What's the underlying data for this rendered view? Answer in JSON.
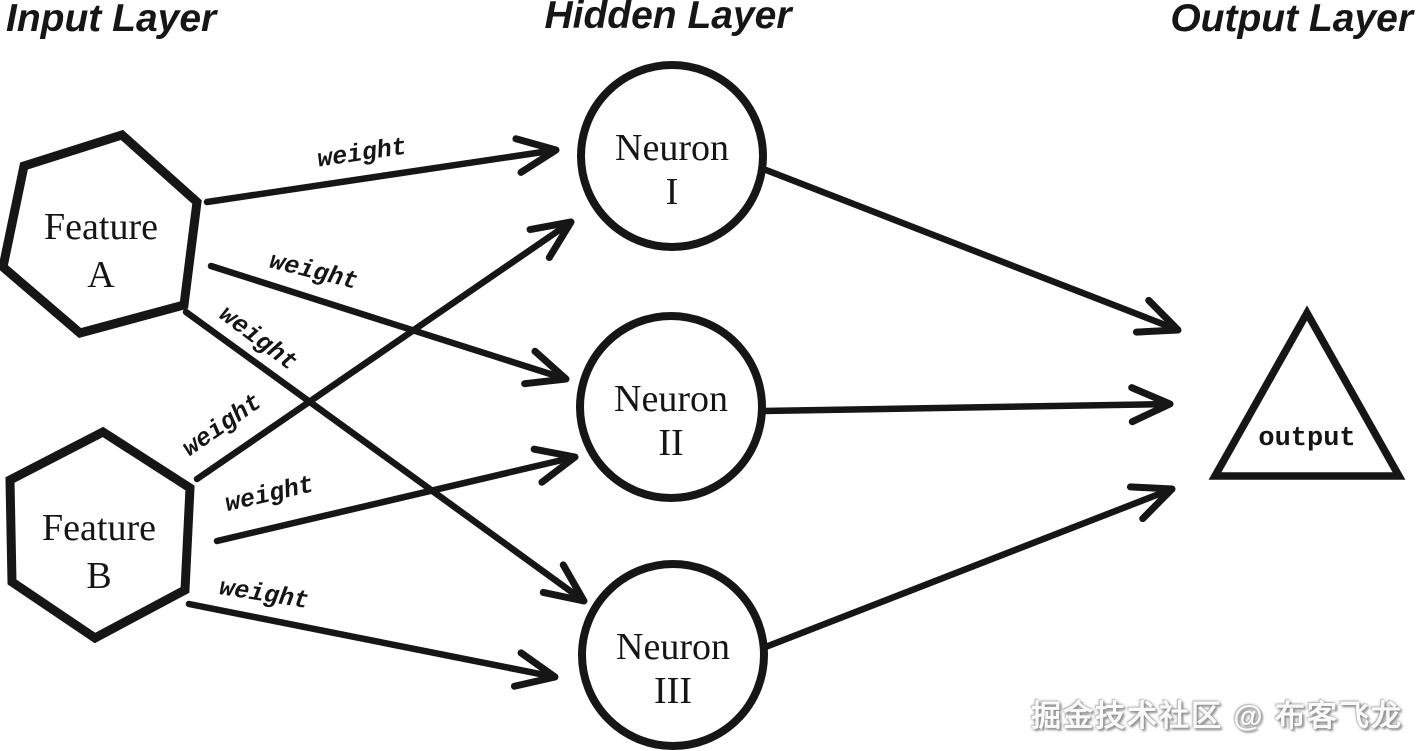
{
  "layer_titles": {
    "input": "Input Layer",
    "hidden": "Hidden Layer",
    "output": "Output Layer"
  },
  "nodes": {
    "feature_a": {
      "line1": "Feature",
      "line2": "A"
    },
    "feature_b": {
      "line1": "Feature",
      "line2": "B"
    },
    "neuron_1": {
      "line1": "Neuron",
      "line2": "I"
    },
    "neuron_2": {
      "line1": "Neuron",
      "line2": "II"
    },
    "neuron_3": {
      "line1": "Neuron",
      "line2": "III"
    },
    "output": {
      "label": "output"
    }
  },
  "connections": {
    "a_to_n1": {
      "label": "weight"
    },
    "a_to_n2": {
      "label": "weight"
    },
    "a_to_n3": {
      "label": "weight"
    },
    "b_to_n1": {
      "label": "weight"
    },
    "b_to_n2": {
      "label": "weight"
    },
    "b_to_n3": {
      "label": "weight"
    }
  },
  "watermark": {
    "text": "掘金技术社区 @ 布客飞龙"
  },
  "colors": {
    "ink": "#161616",
    "background": "#ffffff"
  }
}
